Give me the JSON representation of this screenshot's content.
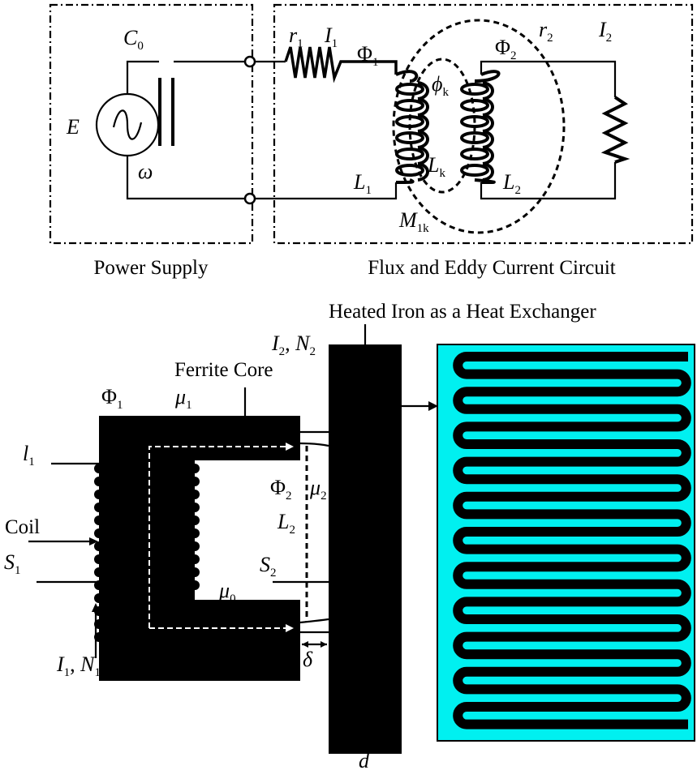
{
  "top": {
    "power_supply_caption": "Power Supply",
    "circuit_caption": "Flux and Eddy Current Circuit",
    "labels": {
      "C0": {
        "main": "C",
        "sub": "0"
      },
      "E": {
        "main": "E"
      },
      "omega": {
        "main": "ω"
      },
      "r1": {
        "main": "r",
        "sub": "1"
      },
      "I1": {
        "main": "I",
        "sub": "1"
      },
      "Phi1": {
        "main": "Φ",
        "sub": "1"
      },
      "phik": {
        "main": "ϕ",
        "sub": "k"
      },
      "Phi2": {
        "main": "Φ",
        "sub": "2"
      },
      "r2": {
        "main": "r",
        "sub": "2"
      },
      "I2": {
        "main": "I",
        "sub": "2"
      },
      "L1": {
        "main": "L",
        "sub": "1"
      },
      "Lk": {
        "main": "L",
        "sub": "k"
      },
      "L2": {
        "main": "L",
        "sub": "2"
      },
      "M1k": {
        "main": "M",
        "sub": "1k"
      }
    }
  },
  "bottom": {
    "heat_exchanger_caption": "Heated Iron as a Heat Exchanger",
    "ferrite_caption": "Ferrite Core",
    "coil_caption": "Coil",
    "labels": {
      "I2N2": {
        "a": "I",
        "asub": "2",
        "sep": ", ",
        "b": "N",
        "bsub": "2"
      },
      "I1N1": {
        "a": "I",
        "asub": "1",
        "sep": ", ",
        "b": "N",
        "bsub": "1"
      },
      "Phi1": {
        "main": "Φ",
        "sub": "1"
      },
      "mu1": {
        "main": "μ",
        "sub": "1"
      },
      "l1": {
        "main": "l",
        "sub": "1"
      },
      "S1": {
        "main": "S",
        "sub": "1"
      },
      "Phi2": {
        "main": "Φ",
        "sub": "2"
      },
      "mu2": {
        "main": "μ",
        "sub": "2"
      },
      "L2": {
        "main": "L",
        "sub": "2"
      },
      "S2": {
        "main": "S",
        "sub": "2"
      },
      "mu0": {
        "main": "μ",
        "sub": "0"
      },
      "delta": {
        "main": "δ"
      },
      "d": {
        "main": "d"
      }
    },
    "colors": {
      "heat_exchanger_fill": "#00f0f0",
      "iron": "#000000"
    }
  }
}
